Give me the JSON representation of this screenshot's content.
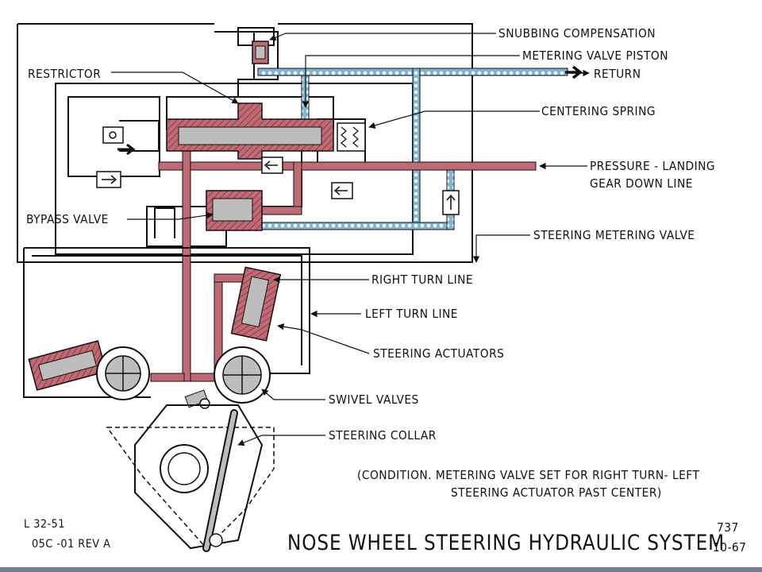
{
  "colors": {
    "pressure_line": "#c06a74",
    "return_line": "#7fb6d6",
    "line_black": "#111111",
    "fill_grey": "#bdbdbd"
  },
  "labels": {
    "snubbing": "SNUBBING COMPENSATION",
    "metering_piston": "METERING  VALVE PISTON",
    "return": "RETURN",
    "restrictor": "RESTRICTOR",
    "centering_spring": "CENTERING  SPRING",
    "pressure_1": "PRESSURE - LANDING",
    "pressure_2": "GEAR DOWN LINE",
    "bypass": "BYPASS VALVE",
    "steering_metering": "STEERING METERING VALVE",
    "right_turn": "RIGHT TURN LINE",
    "left_turn": "LEFT TURN LINE",
    "actuators": "STEERING ACTUATORS",
    "swivel": "SWIVEL VALVES",
    "collar": "STEERING COLLAR",
    "condition_1": "(CONDITION.  METERING VALVE SET FOR RIGHT TURN- LEFT",
    "condition_2": "STEERING ACTUATOR PAST CENTER)"
  },
  "footer": {
    "ref_1": "L 32-51",
    "ref_2": "05C -01 REV A",
    "title": "NOSE WHEEL STEERING HYDRAULIC SYSTEM",
    "model": "737",
    "date": "10-67"
  }
}
